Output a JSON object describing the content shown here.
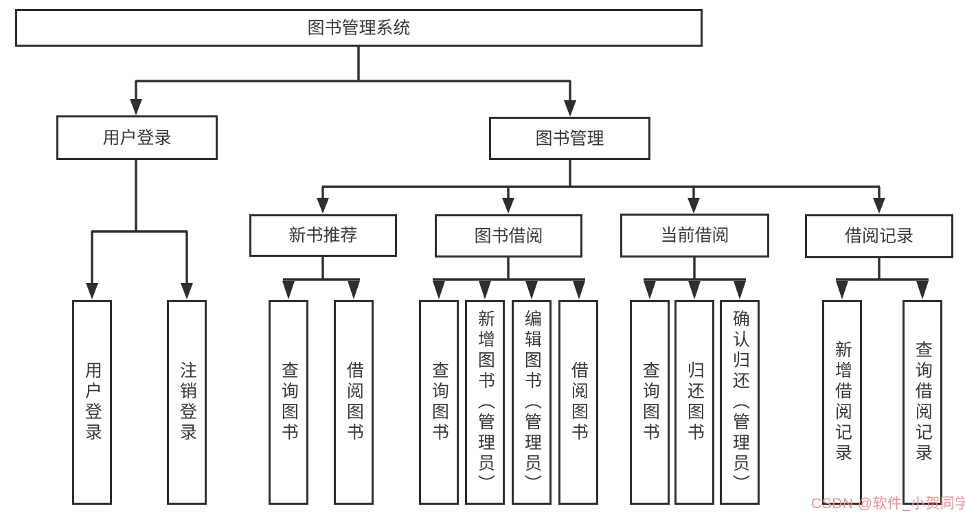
{
  "diagram": {
    "nodes": {
      "root": "图书管理系统",
      "user_login": "用户登录",
      "book_mgmt": "图书管理",
      "new_book_rec": "新书推荐",
      "book_borrow": "图书借阅",
      "current_borrow": "当前借阅",
      "borrow_record": "借阅记录",
      "leaf_user_login": "用户登录",
      "leaf_logout": "注销登录",
      "leaf_query_book_1": "查询图书",
      "leaf_borrow_book_1": "借阅图书",
      "leaf_query_book_2": "查询图书",
      "leaf_add_book": "新增图书（管理员）",
      "leaf_edit_book": "编辑图书（管理员）",
      "leaf_borrow_book_2": "借阅图书",
      "leaf_query_book_3": "查询图书",
      "leaf_return_book": "归还图书",
      "leaf_confirm_return": "确认归还（管理员）",
      "leaf_add_record": "新增借阅记录",
      "leaf_query_record": "查询借阅记录"
    },
    "tree": {
      "图书管理系统": {
        "用户登录": [
          "用户登录",
          "注销登录"
        ],
        "图书管理": {
          "新书推荐": [
            "查询图书",
            "借阅图书"
          ],
          "图书借阅": [
            "查询图书",
            "新增图书（管理员）",
            "编辑图书（管理员）",
            "借阅图书"
          ],
          "当前借阅": [
            "查询图书",
            "归还图书",
            "确认归还（管理员）"
          ],
          "借阅记录": [
            "新增借阅记录",
            "查询借阅记录"
          ]
        }
      }
    },
    "colors": {
      "background": "#ffffff",
      "line": "#2e2e2e",
      "box_border": "#2e2e2e",
      "text": "#383838",
      "watermark": "#ee9090"
    }
  },
  "watermark": {
    "text": "CSDN @软件_小贺同学"
  }
}
